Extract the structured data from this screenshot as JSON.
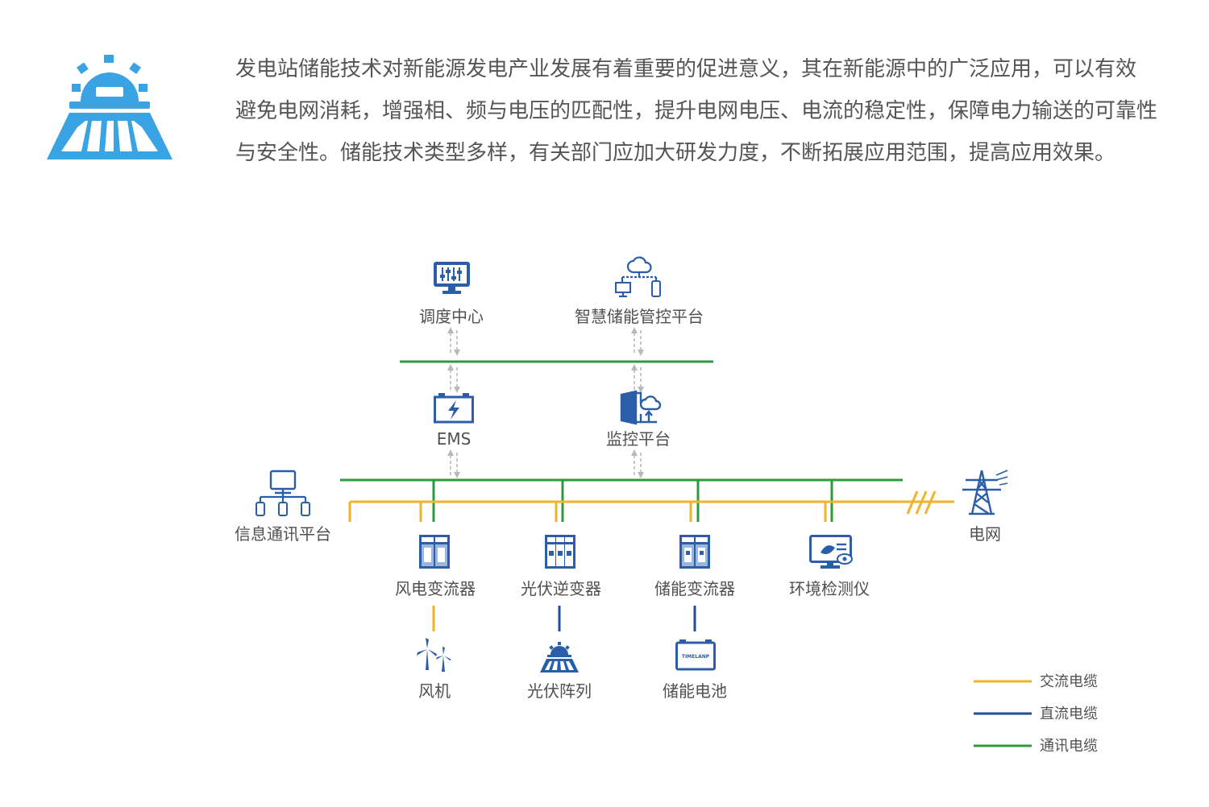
{
  "intro": {
    "lines": [
      "发电站储能技术对新能源发电产业发展有着重要的促进意义，其在新能源中的广泛应用，可以有效",
      "避免电网消耗，增强相、频与电压的匹配性，提升电网电压、电流的稳定性，保障电力输送的可靠性",
      "与安全性。储能技术类型多样，有关部门应加大研发力度，不断拓展应用范围，提高应用效果。"
    ]
  },
  "nodes": {
    "dispatch_center": "调度中心",
    "smart_storage_platform": "智慧储能管控平台",
    "ems": "EMS",
    "monitor_platform": "监控平台",
    "info_comm_platform": "信息通讯平台",
    "grid": "电网",
    "wind_converter": "风电变流器",
    "pv_inverter": "光伏逆变器",
    "storage_converter": "储能变流器",
    "env_monitor": "环境检测仪",
    "wind_turbine": "风机",
    "pv_array": "光伏阵列",
    "storage_battery": "储能电池"
  },
  "battery_brand": "TIMELANP",
  "legend": {
    "ac": "交流电缆",
    "dc": "直流电缆",
    "comm": "通讯电缆"
  },
  "colors": {
    "ac_cable": "#f1b32b",
    "dc_cable": "#1f4f9c",
    "comm_cable": "#2f9a3a",
    "icon_blue": "#2a5ea8",
    "top_icon": "#3aa3e3",
    "arrow": "#b8b8b8"
  },
  "icons": {
    "top": "solar-panel-sun-icon",
    "dispatch_center": "monitor-sliders-icon",
    "smart_storage_platform": "cloud-devices-icon",
    "ems": "battery-bolt-icon",
    "monitor_platform": "door-cloud-upload-icon",
    "info_comm_platform": "network-devices-icon",
    "grid": "transmission-tower-icon",
    "converter": "cabinet-icon",
    "env_monitor": "monitor-eye-icon",
    "wind_turbine": "wind-turbine-icon",
    "pv_array": "solar-panel-icon",
    "storage_battery": "battery-box-icon"
  }
}
